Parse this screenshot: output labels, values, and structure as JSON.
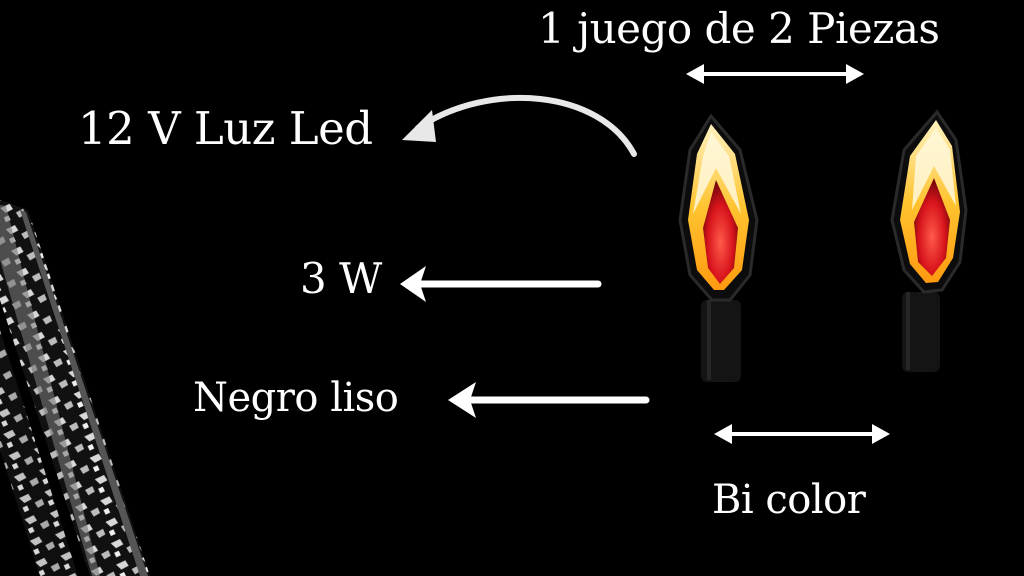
{
  "product": {
    "pack_label": "1 juego de 2 Piezas",
    "voltage_label": "12 V  Luz Led",
    "power_label": "3 W",
    "finish_label": "Negro liso",
    "color_label": "Bi color"
  },
  "colors": {
    "background": "#000000",
    "text": "#ffffff",
    "amber_led": "#ffb21a",
    "red_led": "#d8141c"
  },
  "icons": [
    "curved-arrow-icon",
    "left-arrow-icon",
    "double-arrow-icon",
    "turn-signal-light",
    "tire-tread"
  ]
}
